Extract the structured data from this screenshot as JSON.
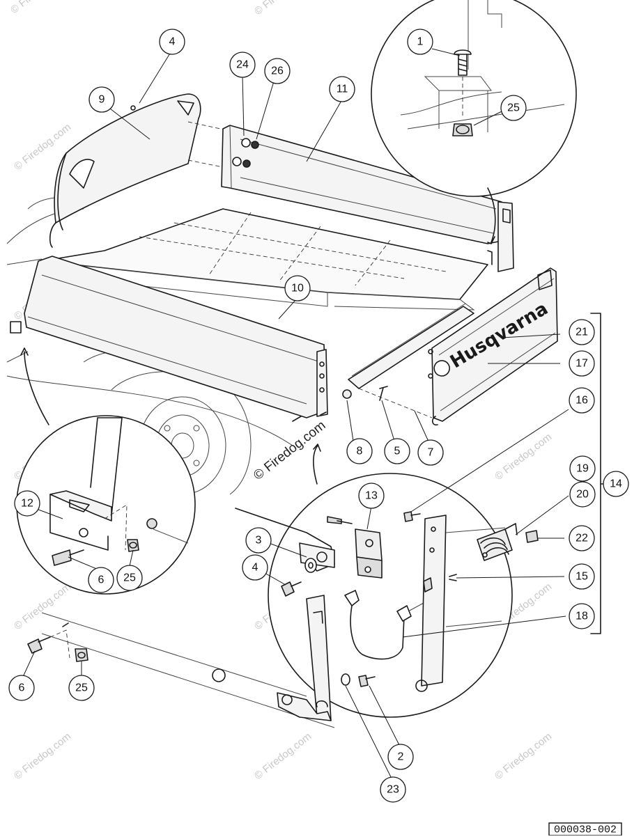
{
  "brand_text": "Husqvarna",
  "drawing_code": "000038-002",
  "watermark_text": "© Firedog.com",
  "callouts": [
    {
      "id": "c1",
      "label": "1"
    },
    {
      "id": "c2",
      "label": "2"
    },
    {
      "id": "c3",
      "label": "3"
    },
    {
      "id": "c4a",
      "label": "4"
    },
    {
      "id": "c4b",
      "label": "4"
    },
    {
      "id": "c5",
      "label": "5"
    },
    {
      "id": "c6a",
      "label": "6"
    },
    {
      "id": "c6b",
      "label": "6"
    },
    {
      "id": "c7",
      "label": "7"
    },
    {
      "id": "c8",
      "label": "8"
    },
    {
      "id": "c9",
      "label": "9"
    },
    {
      "id": "c10",
      "label": "10"
    },
    {
      "id": "c11",
      "label": "11"
    },
    {
      "id": "c12",
      "label": "12"
    },
    {
      "id": "c13",
      "label": "13"
    },
    {
      "id": "c14",
      "label": "14"
    },
    {
      "id": "c15",
      "label": "15"
    },
    {
      "id": "c16",
      "label": "16"
    },
    {
      "id": "c17",
      "label": "17"
    },
    {
      "id": "c18",
      "label": "18"
    },
    {
      "id": "c19",
      "label": "19"
    },
    {
      "id": "c20",
      "label": "20"
    },
    {
      "id": "c21",
      "label": "21"
    },
    {
      "id": "c22",
      "label": "22"
    },
    {
      "id": "c23",
      "label": "23"
    },
    {
      "id": "c24",
      "label": "24"
    },
    {
      "id": "c25a",
      "label": "25"
    },
    {
      "id": "c25b",
      "label": "25"
    },
    {
      "id": "c25c",
      "label": "25"
    },
    {
      "id": "c26",
      "label": "26"
    }
  ]
}
